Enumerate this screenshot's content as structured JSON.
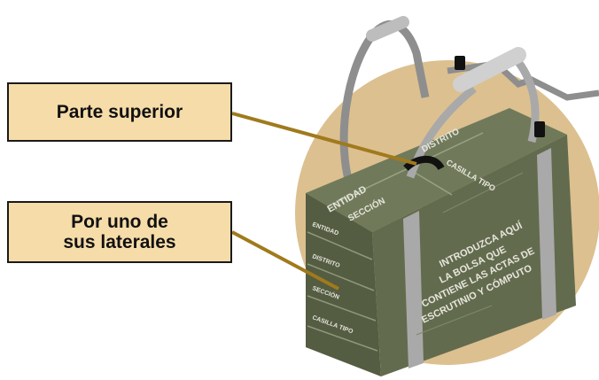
{
  "colors": {
    "callout_fill": "#f6dca8",
    "leader_line": "#a07a1c",
    "background_circle": "#dcc090",
    "box_front": "#636b4e",
    "box_top": "#707a5a",
    "box_side": "#545c42",
    "strap": "#a9a9a9"
  },
  "callouts": {
    "top_label": "Parte superior",
    "side_label_line1": "Por uno de",
    "side_label_line2": "sus laterales"
  },
  "box": {
    "top_left_label": "ENTIDAD",
    "top_mid_label": "DISTRITO",
    "top_bottom_label": "SECCIÓN",
    "top_right_label": "CASILLA TIPO",
    "side_labels": [
      "ENTIDAD",
      "DISTRITO",
      "SECCIÓN",
      "CASILLA TIPO"
    ],
    "front_text": [
      "INTRODUZCA AQUÍ",
      "LA BOLSA QUE",
      "CONTIENE LAS ACTAS DE",
      "ESCRUTINIO Y CÓMPUTO"
    ]
  }
}
